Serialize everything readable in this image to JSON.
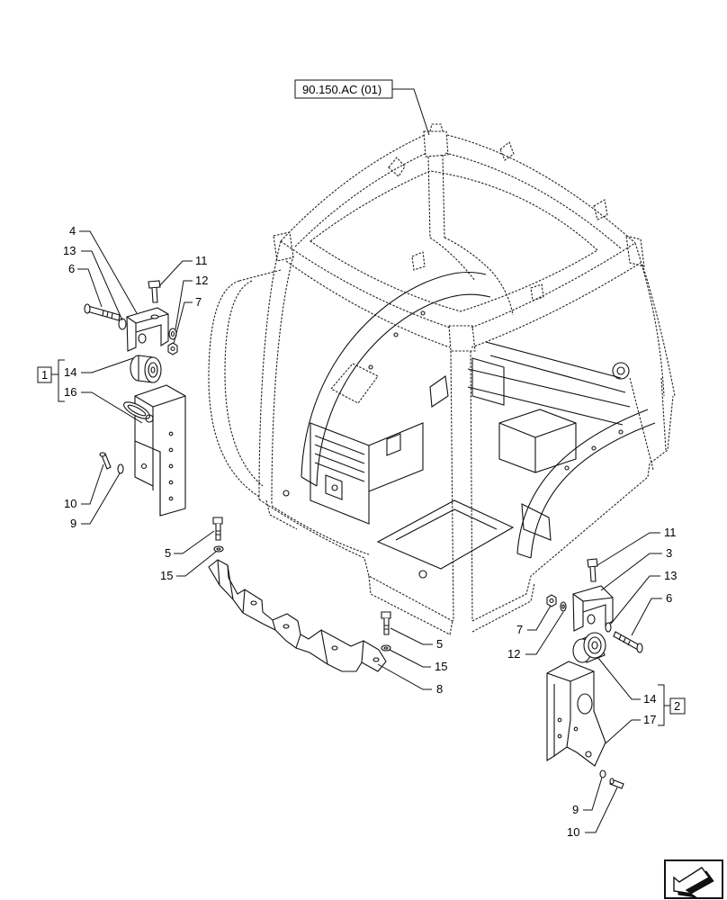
{
  "diagram": {
    "reference_label": "90.150.AC (01)",
    "kit_labels": [
      "1",
      "2"
    ],
    "callouts_left": [
      "4",
      "13",
      "6",
      "11",
      "12",
      "7",
      "14",
      "16",
      "10",
      "9"
    ],
    "callouts_center": [
      "5",
      "15",
      "5",
      "15",
      "8"
    ],
    "callouts_right": [
      "11",
      "3",
      "13",
      "6",
      "7",
      "12",
      "14",
      "17",
      "9",
      "10"
    ]
  },
  "icons": {
    "navigation": "next-page-arrow-icon"
  }
}
